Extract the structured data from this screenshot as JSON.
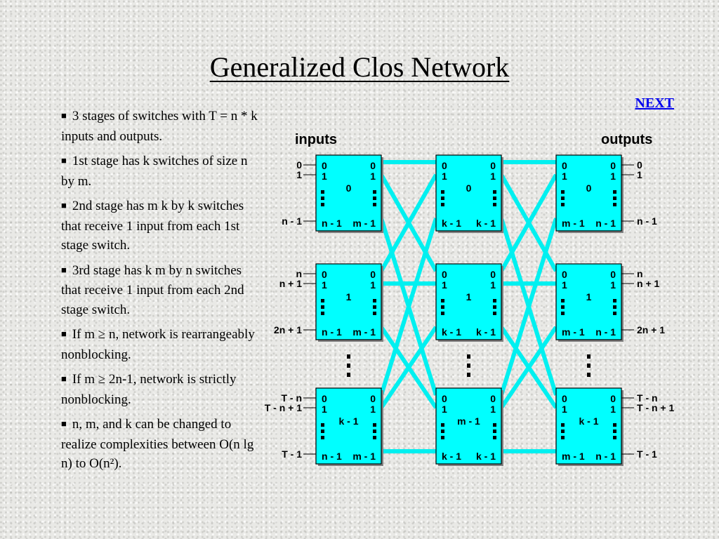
{
  "slide": {
    "title": "Generalized Clos Network",
    "next_link": "NEXT"
  },
  "bullets": [
    "3 stages of switches with T = n * k inputs and outputs.",
    "1st stage has k switches of size n by m.",
    "2nd stage has m k by k switches that receive 1 input from each 1st stage switch.",
    "3rd stage has k m by n switches that receive 1 input from each 2nd stage switch.",
    "If m ≥ n, network is rearrangeably nonblocking.",
    "If m ≥ 2n-1, network is strictly nonblocking.",
    "n, m, and k can be changed to realize complexities between O(n lg n) to O(n²)."
  ],
  "diagram": {
    "inputs_label": "inputs",
    "outputs_label": "outputs",
    "ellipsis_glyph": "⋮",
    "input_port_labels": [
      [
        "0",
        "1",
        "n - 1"
      ],
      [
        "n",
        "n + 1",
        "2n + 1"
      ],
      [
        "T - n",
        "T - n + 1",
        "T - 1"
      ]
    ],
    "output_port_labels": [
      [
        "0",
        "1",
        "n - 1"
      ],
      [
        "n",
        "n + 1",
        "2n + 1"
      ],
      [
        "T - n",
        "T - n + 1",
        "T - 1"
      ]
    ],
    "stages": [
      {
        "name": "stage-1",
        "switches": [
          {
            "center": "0",
            "left_top": "0",
            "left_second": "1",
            "right_top": "0",
            "right_second": "1",
            "bottom_left": "n - 1",
            "bottom_right": "m - 1"
          },
          {
            "center": "1",
            "left_top": "0",
            "left_second": "1",
            "right_top": "0",
            "right_second": "1",
            "bottom_left": "n - 1",
            "bottom_right": "m - 1"
          },
          {
            "center": "k - 1",
            "left_top": "0",
            "left_second": "1",
            "right_top": "0",
            "right_second": "1",
            "bottom_left": "n - 1",
            "bottom_right": "m - 1"
          }
        ]
      },
      {
        "name": "stage-2",
        "switches": [
          {
            "center": "0",
            "left_top": "0",
            "left_second": "1",
            "right_top": "0",
            "right_second": "1",
            "bottom_left": "k - 1",
            "bottom_right": "k - 1"
          },
          {
            "center": "1",
            "left_top": "0",
            "left_second": "1",
            "right_top": "0",
            "right_second": "1",
            "bottom_left": "k - 1",
            "bottom_right": "k - 1"
          },
          {
            "center": "m - 1",
            "left_top": "0",
            "left_second": "1",
            "right_top": "0",
            "right_second": "1",
            "bottom_left": "k - 1",
            "bottom_right": "k - 1"
          }
        ]
      },
      {
        "name": "stage-3",
        "switches": [
          {
            "center": "0",
            "left_top": "0",
            "left_second": "1",
            "right_top": "0",
            "right_second": "1",
            "bottom_left": "m - 1",
            "bottom_right": "n - 1"
          },
          {
            "center": "1",
            "left_top": "0",
            "left_second": "1",
            "right_top": "0",
            "right_second": "1",
            "bottom_left": "m - 1",
            "bottom_right": "n - 1"
          },
          {
            "center": "k - 1",
            "left_top": "0",
            "left_second": "1",
            "right_top": "0",
            "right_second": "1",
            "bottom_left": "m - 1",
            "bottom_right": "n - 1"
          }
        ]
      }
    ],
    "colors": {
      "switch_fill": "#00ffff",
      "link": "#00f0f0",
      "switch_border": "#000000",
      "box_shadow": "#808080"
    }
  }
}
